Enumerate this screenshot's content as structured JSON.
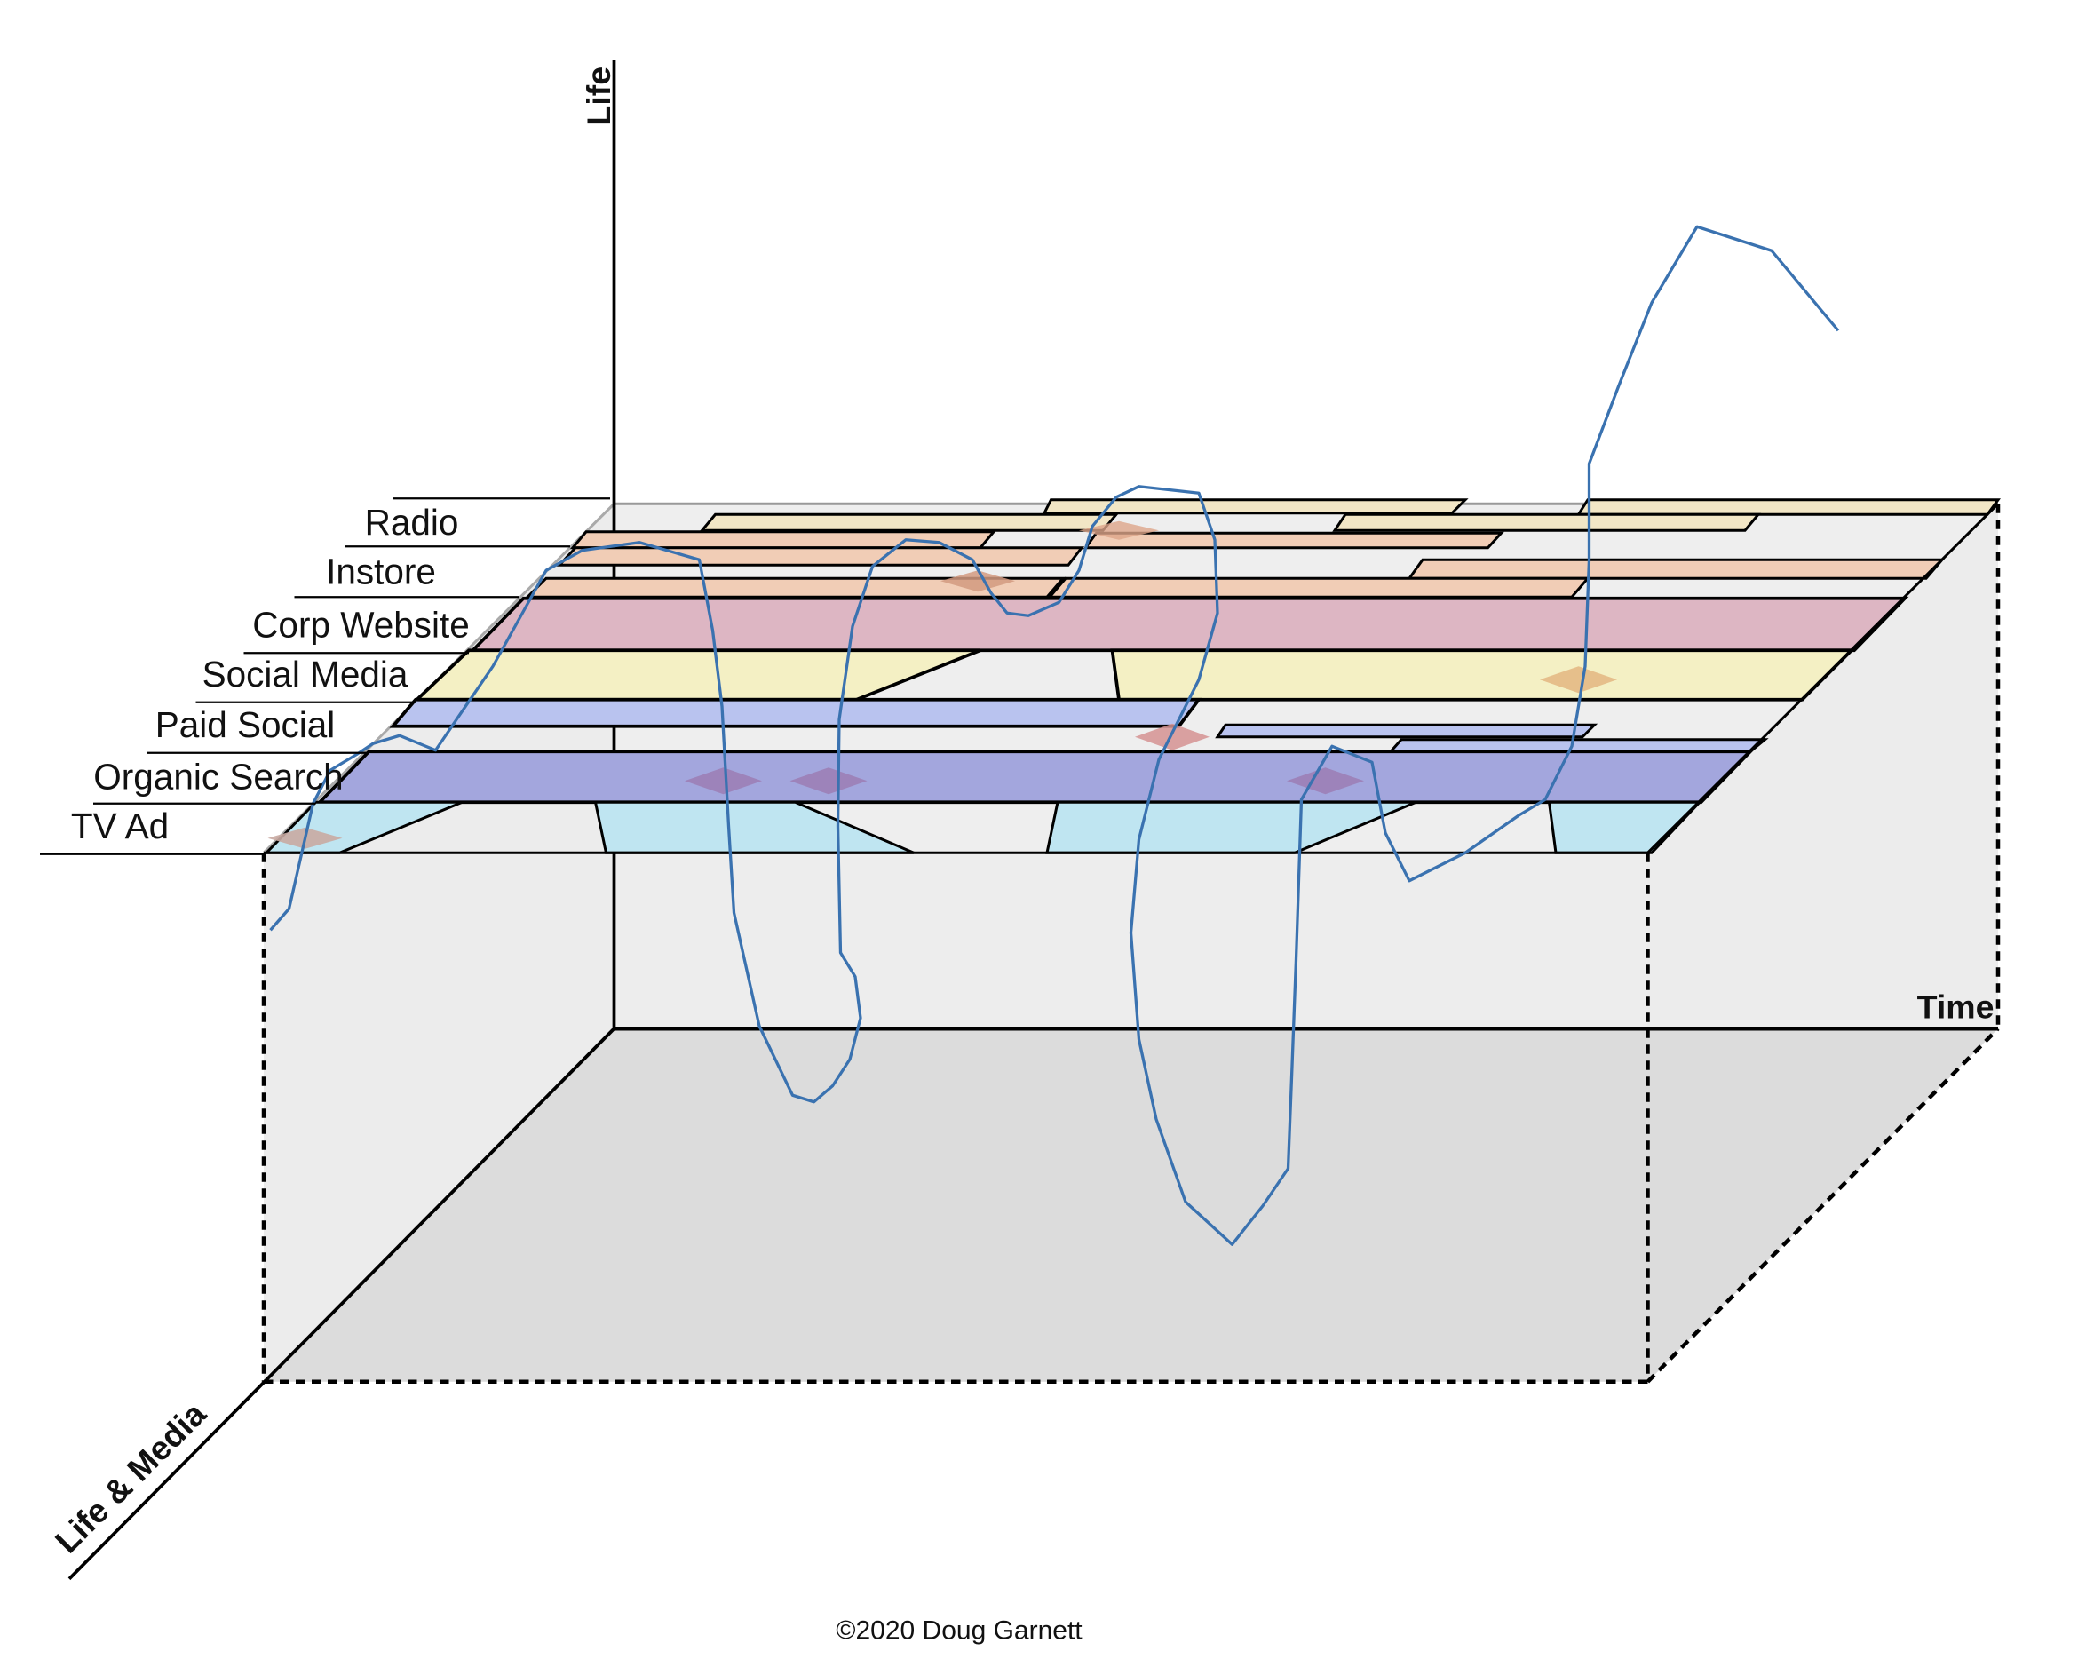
{
  "axes": {
    "vertical_label": "Life",
    "horizontal_label": "Time",
    "depth_label": "Life & Media"
  },
  "layers": [
    {
      "label": "Radio"
    },
    {
      "label": "Instore"
    },
    {
      "label": "Corp Website"
    },
    {
      "label": "Social Media"
    },
    {
      "label": "Paid Social"
    },
    {
      "label": "Organic Search"
    },
    {
      "label": "TV Ad"
    }
  ],
  "credit": "©2020 Doug Garnett",
  "colors": {
    "radio": "#f2e6c6",
    "instore": "#f1cdb6",
    "corp_website": "#ddb6c3",
    "social_media": "#f4f0c4",
    "paid_social": "#b9c3ef",
    "organic_search": "#a3a6dd",
    "tv_ad": "#bfe5f1",
    "path": "#3a72b0",
    "box_side": "#eeeeee",
    "box_floor": "#dcdcdc"
  },
  "icons": {
    "event_marker": "diamond"
  }
}
